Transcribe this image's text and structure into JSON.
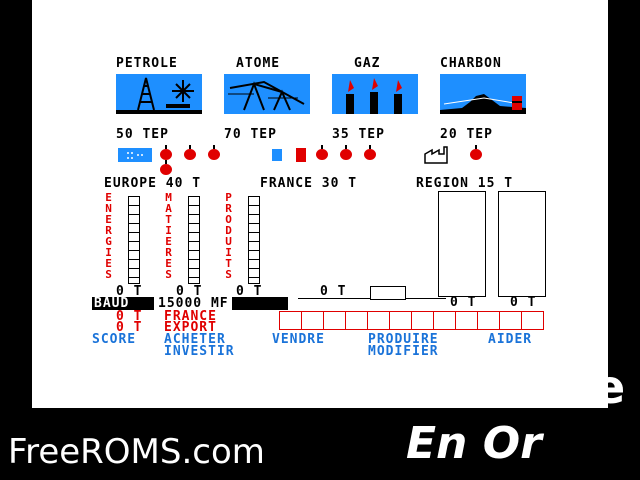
{
  "resources": [
    {
      "name": "PETROLE",
      "amount": "50 TEP"
    },
    {
      "name": "ATOME",
      "amount": "70 TEP"
    },
    {
      "name": "GAZ",
      "amount": "35 TEP"
    },
    {
      "name": "CHARBON",
      "amount": "20 TEP"
    }
  ],
  "regions": {
    "europe": "EUROPE 40 T",
    "france": "FRANCE 30 T",
    "region": "REGION 15 T"
  },
  "columns": [
    "ENERGIES",
    "MATIERES",
    "PRODUITS"
  ],
  "column_values": [
    "0 T",
    "0 T",
    "0 T"
  ],
  "middle_value": "0 T",
  "right_values": [
    "0 T",
    "0 T"
  ],
  "baud": "BAUD",
  "money": "15000 MF",
  "france_value": "0 T",
  "france_label": "FRANCE",
  "export_value": "0 T",
  "export_label": "EXPORT",
  "menu": {
    "score": "SCORE",
    "acheter": "ACHETER",
    "investir": "INVESTIR",
    "vendre": "VENDRE",
    "produire": "PRODUIRE",
    "modifier": "MODIFIER",
    "aider": "AIDER"
  },
  "footer": {
    "site": "FreeROMS.com",
    "title": "En Or",
    "partial_char": "e"
  },
  "colors": {
    "sky": "#1e8fff",
    "accent": "#e00000",
    "menu": "#1a73d9"
  }
}
